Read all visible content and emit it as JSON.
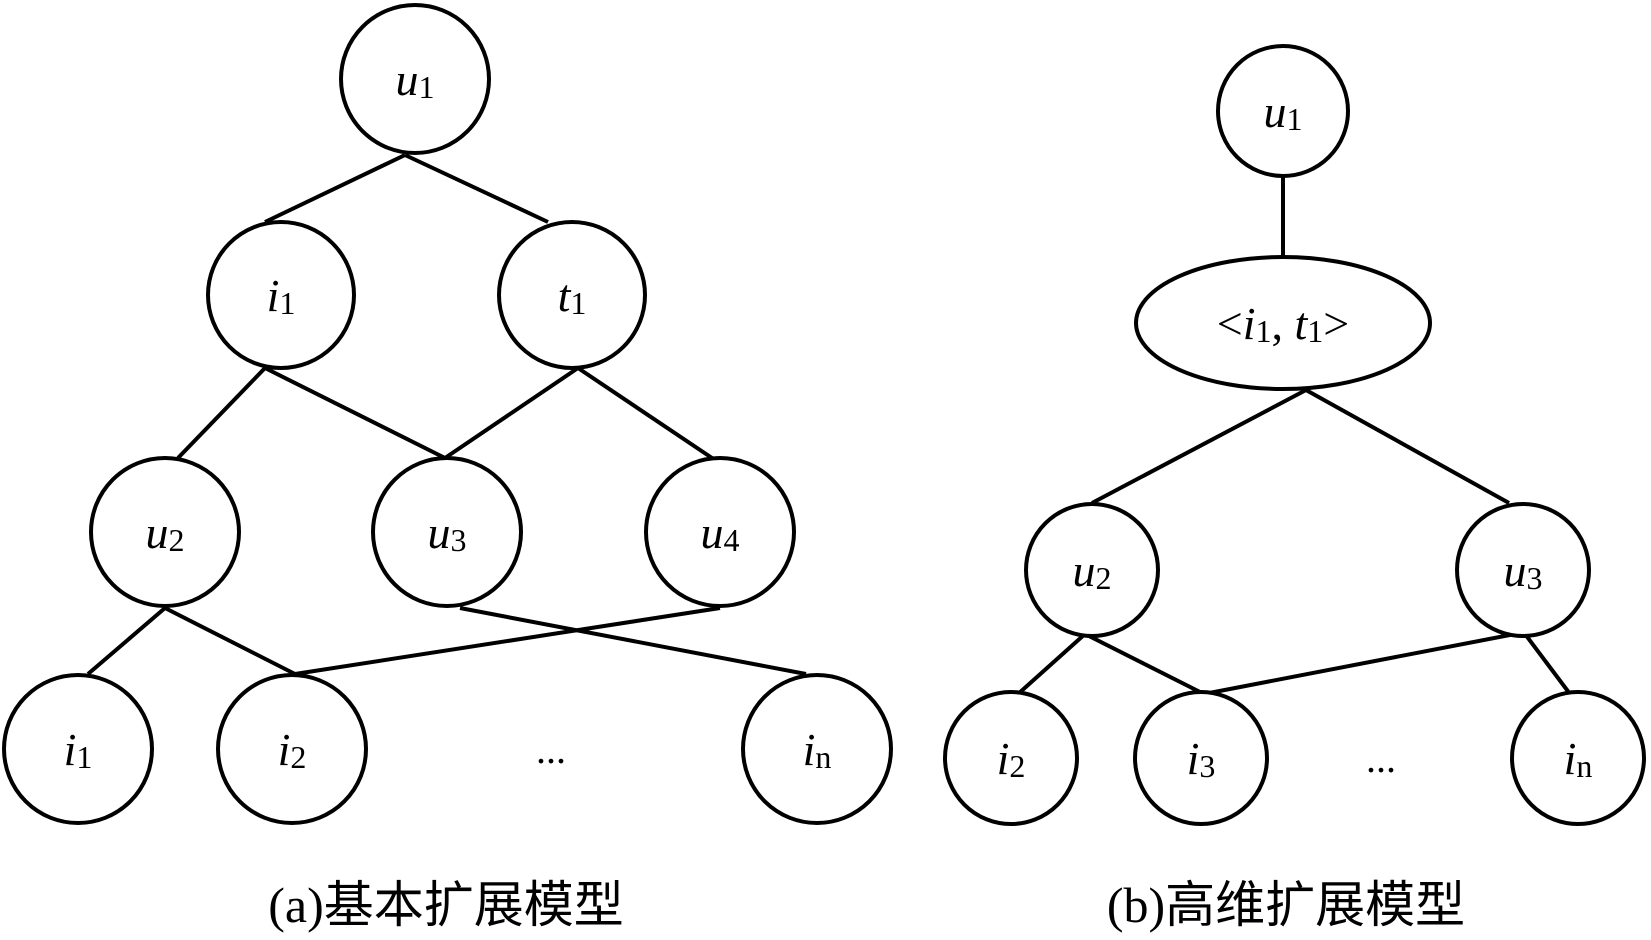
{
  "panel_a": {
    "caption": "(a)基本扩展模型",
    "nodes": {
      "u1": {
        "letter": "u",
        "sub": "1"
      },
      "i1": {
        "letter": "i",
        "sub": "1"
      },
      "t1": {
        "letter": "t",
        "sub": "1"
      },
      "u2": {
        "letter": "u",
        "sub": "2"
      },
      "u3": {
        "letter": "u",
        "sub": "3"
      },
      "u4": {
        "letter": "u",
        "sub": "4"
      },
      "b_i1": {
        "letter": "i",
        "sub": "1"
      },
      "b_i2": {
        "letter": "i",
        "sub": "2"
      },
      "b_in": {
        "letter": "i",
        "sub": "n"
      }
    },
    "ellipsis": "..."
  },
  "panel_b": {
    "caption": "(b)高维扩展模型",
    "nodes": {
      "u1": {
        "letter": "u",
        "sub": "1"
      },
      "pair": {
        "open": "<",
        "i": "i",
        "i_sub": "1",
        "comma": ", ",
        "t": "t",
        "t_sub": "1",
        "close": ">"
      },
      "u2": {
        "letter": "u",
        "sub": "2"
      },
      "u3": {
        "letter": "u",
        "sub": "3"
      },
      "b_i2": {
        "letter": "i",
        "sub": "2"
      },
      "b_i3": {
        "letter": "i",
        "sub": "3"
      },
      "b_in": {
        "letter": "i",
        "sub": "n"
      }
    },
    "ellipsis": "..."
  }
}
